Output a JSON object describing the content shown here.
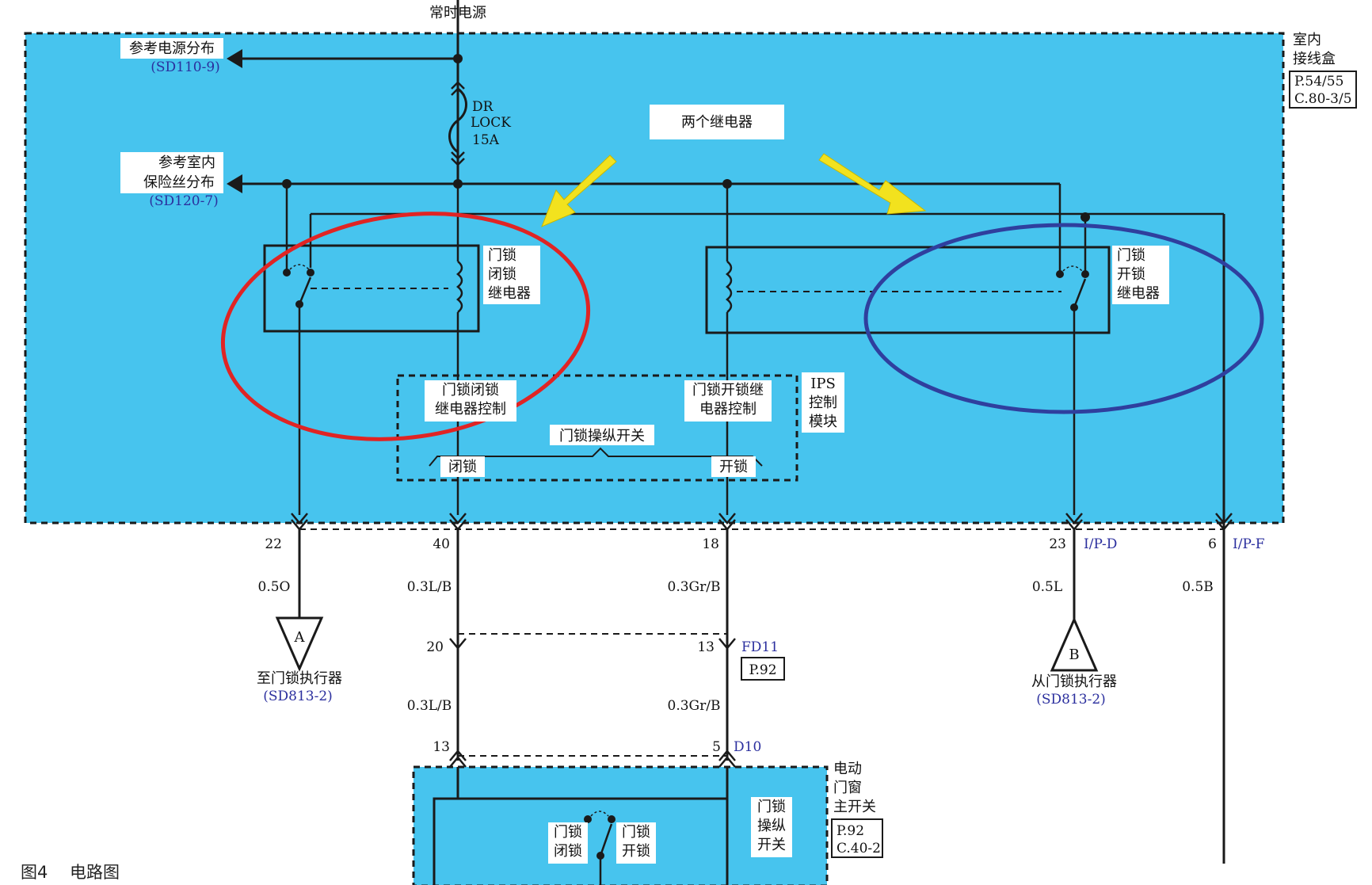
{
  "top_label": "常时电源",
  "ref_power": {
    "title": "参考电源分布",
    "code": "(SD110-9)"
  },
  "ref_fuse": {
    "title_line1": "参考室内",
    "title_line2": "保险丝分布",
    "code": "(SD120-7)"
  },
  "fuse": {
    "line1": "DR",
    "line2": "LOCK",
    "line3": "15A"
  },
  "callout": "两个继电器",
  "junction_box": {
    "line1": "室内",
    "line2": "接线盒",
    "page": "P.54/55",
    "connector": "C.80-3/5"
  },
  "lock_relay": {
    "line1": "门锁",
    "line2": "闭锁",
    "line3": "继电器"
  },
  "unlock_relay": {
    "line1": "门锁",
    "line2": "开锁",
    "line3": "继电器"
  },
  "ips": {
    "lock_control_line1": "门锁闭锁",
    "lock_control_line2": "继电器控制",
    "unlock_control_line1": "门锁开锁继",
    "unlock_control_line2": "电器控制",
    "module_line1": "IPS",
    "module_line2": "控制",
    "module_line3": "模块",
    "switch_label": "门锁操纵开关",
    "lock_label": "闭锁",
    "unlock_label": "开锁"
  },
  "pins": {
    "p22": "22",
    "p40": "40",
    "p18": "18",
    "p23": "23",
    "p6": "6",
    "p20": "20",
    "p13a": "13",
    "p13b": "13",
    "p5": "5",
    "ip_d": "I/P-D",
    "ip_f": "I/P-F",
    "fd11": "FD11",
    "d10": "D10",
    "fd11_page": "P.92"
  },
  "wires": {
    "w22": "0.5O",
    "w40": "0.3L/B",
    "w18": "0.3Gr/B",
    "w23": "0.5L",
    "w6": "0.5B",
    "w20_13": "0.3L/B",
    "w13_5": "0.3Gr/B"
  },
  "connector_a": {
    "letter": "A",
    "line1": "至门锁执行器",
    "code": "(SD813-2)"
  },
  "connector_b": {
    "letter": "B",
    "line1": "从门锁执行器",
    "code": "(SD813-2)"
  },
  "window_switch": {
    "title_line1": "电动",
    "title_line2": "门窗",
    "title_line3": "主开关",
    "page": "P.92",
    "connector": "C.40-2",
    "lock_line1": "门锁",
    "lock_line2": "闭锁",
    "unlock_line1": "门锁",
    "unlock_line2": "开锁",
    "op_line1": "门锁",
    "op_line2": "操纵",
    "op_line3": "开关"
  },
  "caption": {
    "fig": "图4",
    "title": "电路图"
  },
  "colors": {
    "panel": "#47c4ee",
    "wire": "#1a1a1a",
    "red_circle": "#e02424",
    "blue_circle": "#2f3f9e",
    "arrow": "#f2e21e",
    "ref_text": "#2b2f9e"
  }
}
